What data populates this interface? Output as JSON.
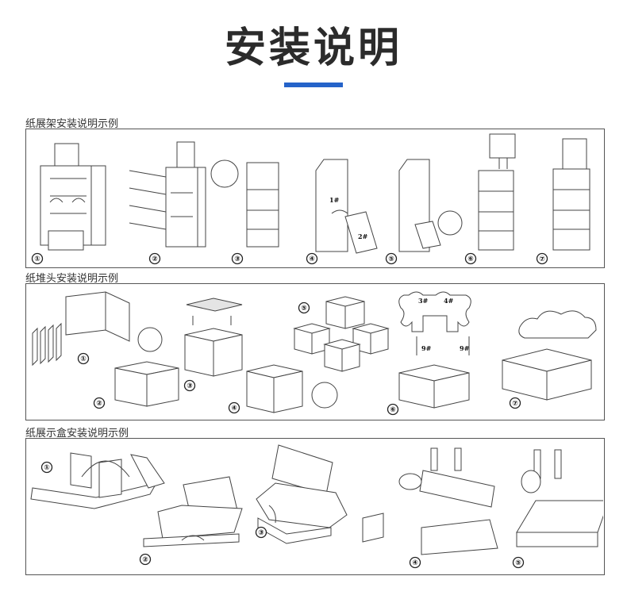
{
  "page": {
    "title": "安装说明",
    "accent_color": "#2563c9"
  },
  "sections": [
    {
      "label": "纸展架安装说明示例",
      "steps": [
        "①",
        "②",
        "③",
        "④",
        "⑤",
        "⑥",
        "⑦"
      ],
      "part_labels": [
        "1#",
        "2#"
      ]
    },
    {
      "label": "纸堆头安装说明示例",
      "steps": [
        "①",
        "②",
        "③",
        "④",
        "⑤",
        "⑥",
        "⑦"
      ],
      "part_labels": [
        "3#",
        "4#",
        "9#",
        "9#"
      ]
    },
    {
      "label": "纸展示盒安装说明示例",
      "steps": [
        "①",
        "②",
        "③",
        "④",
        "⑤"
      ]
    }
  ]
}
